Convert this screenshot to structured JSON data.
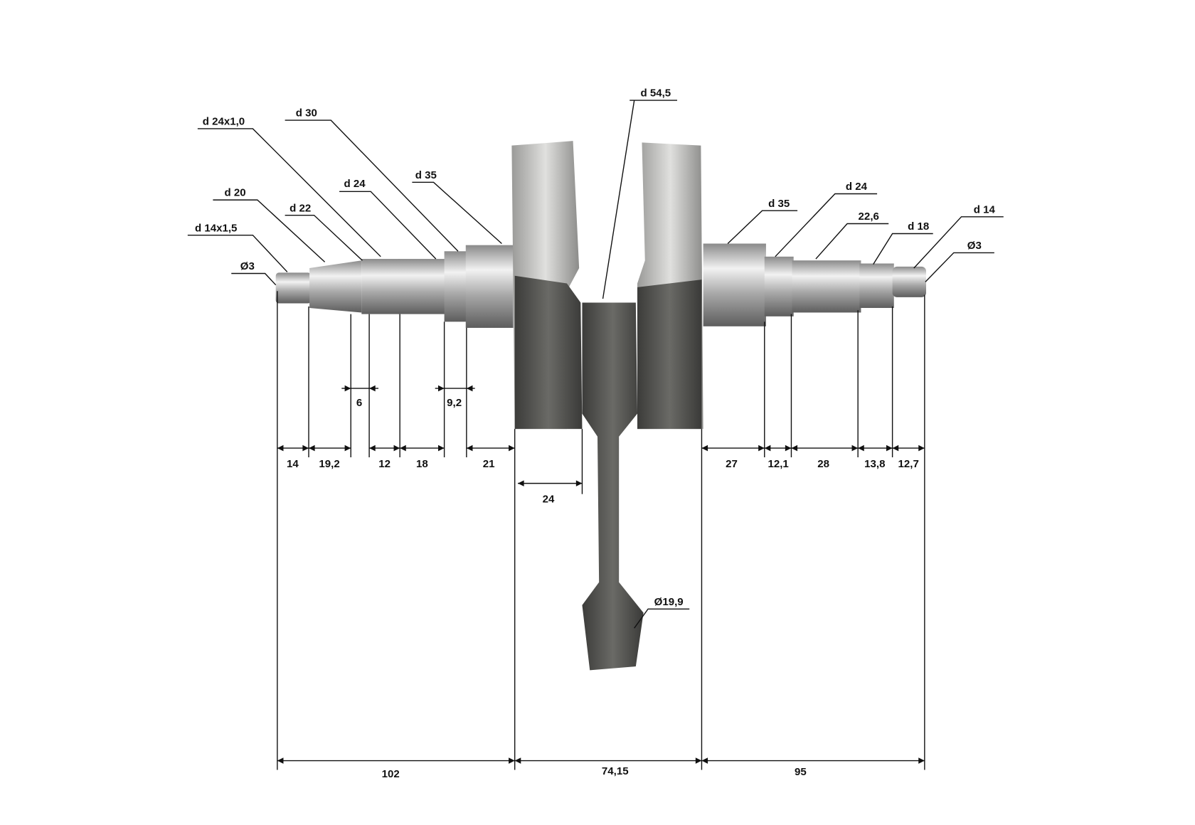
{
  "title": "Crankshaft dimensions drawing",
  "callouts": {
    "d54_5": "d 54,5",
    "d30": "d 30",
    "d24x1_0": "d 24x1,0",
    "d35_left": "d 35",
    "d24_left": "d 24",
    "d20": "d 20",
    "d22": "d 22",
    "d14x1_5": "d 14x1,5",
    "phi3_left": "Ø3",
    "d35_right": "d 35",
    "d24_right": "d 24",
    "d22_6": "22,6",
    "d18": "d 18",
    "d14": "d 14",
    "phi3_right": "Ø3",
    "phi19_9": "Ø19,9"
  },
  "lengths_left": [
    "14",
    "19,2",
    "12",
    "18",
    "21"
  ],
  "lengths_right": [
    "27",
    "12,1",
    "28",
    "13,8",
    "12,7"
  ],
  "thread_length": "6",
  "collar_length": "9,2",
  "web_width": "24",
  "overall": [
    "102",
    "74,15",
    "95"
  ],
  "colors": {
    "line": "#111111",
    "steel": "#b8b8b8",
    "cast": "#4a4a48"
  }
}
